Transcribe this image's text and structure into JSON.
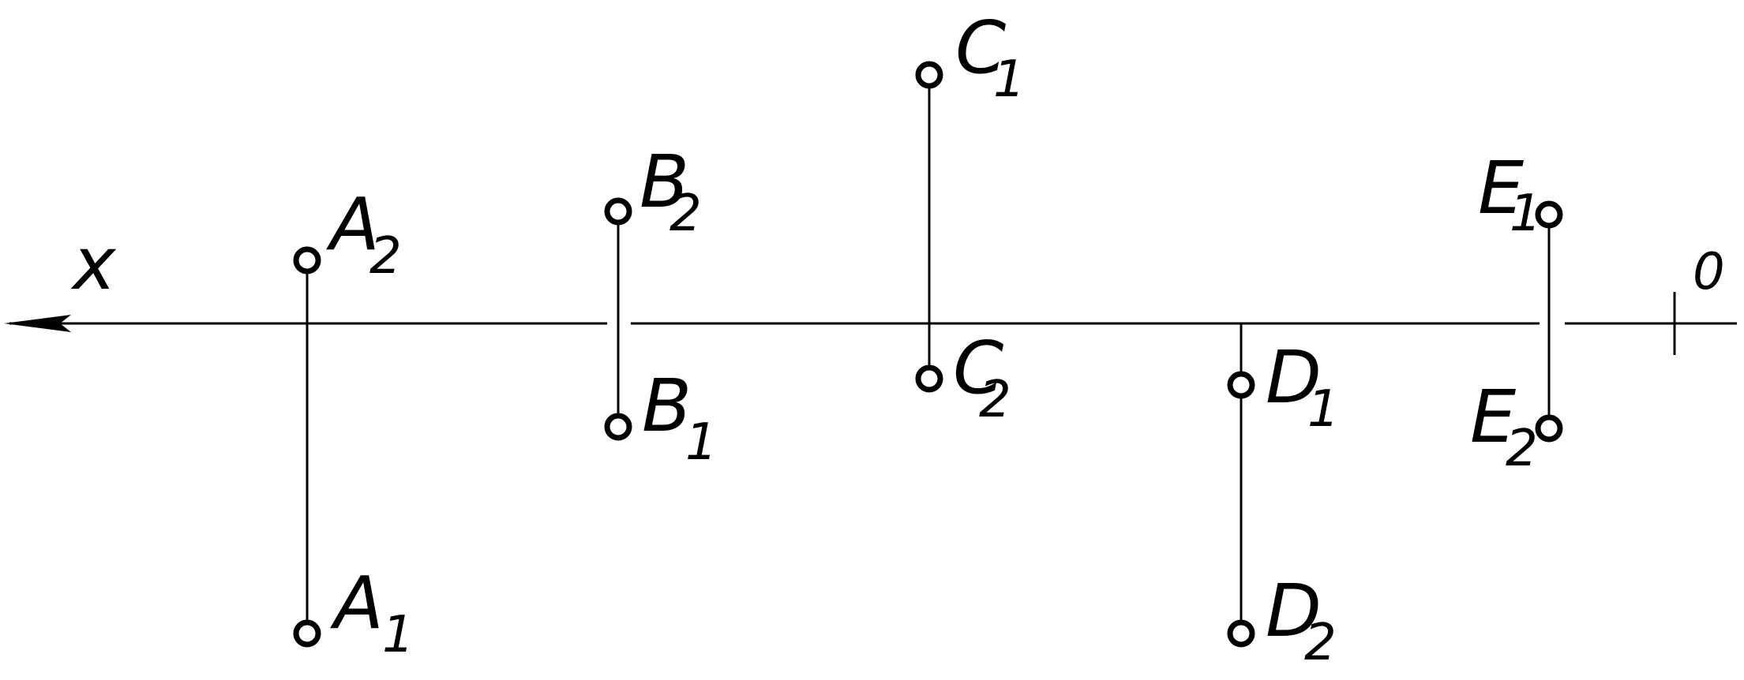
{
  "axis": {
    "x_label": "x",
    "origin_label": "0"
  },
  "points": {
    "A2": {
      "letter": "A",
      "index": "2"
    },
    "A1": {
      "letter": "A",
      "index": "1"
    },
    "B2": {
      "letter": "B",
      "index": "2"
    },
    "B1": {
      "letter": "B",
      "index": "1"
    },
    "C1": {
      "letter": "C",
      "index": "1"
    },
    "C2": {
      "letter": "C",
      "index": "2"
    },
    "D1": {
      "letter": "D",
      "index": "1"
    },
    "D2": {
      "letter": "D",
      "index": "2"
    },
    "E1": {
      "letter": "E",
      "index": "1"
    },
    "E2": {
      "letter": "E",
      "index": "2"
    }
  }
}
